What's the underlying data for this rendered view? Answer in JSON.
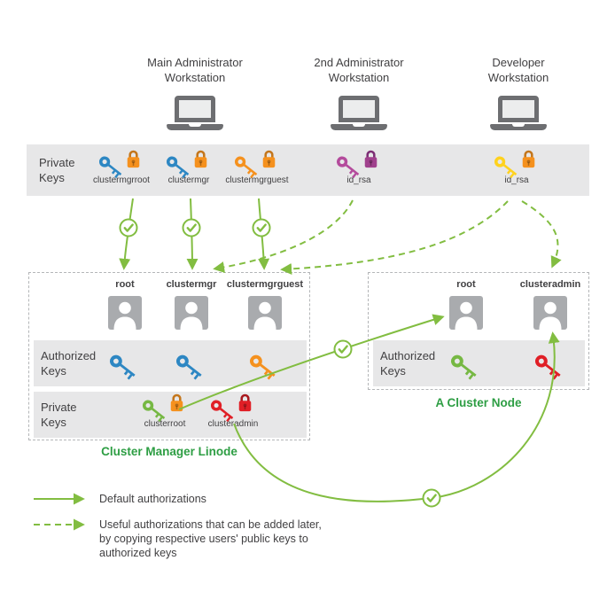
{
  "colors": {
    "arrow_green": "#82bd41",
    "title_green": "#2e9e44",
    "band_gray": "#e7e7e8",
    "text": "#414042",
    "laptop_gray": "#6d6e71",
    "user_icon_gray": "#a9abae"
  },
  "workstations": [
    {
      "label": "Main Administrator\nWorkstation"
    },
    {
      "label": "2nd Administrator\nWorkstation"
    },
    {
      "label": "Developer\nWorkstation"
    }
  ],
  "top_band": {
    "label": "Private\nKeys",
    "keys": [
      {
        "name": "clustermgrroot",
        "key": "#2d87c3",
        "lock_body": "#f5911e",
        "lock_shackle": "#c4761b"
      },
      {
        "name": "clustermgr",
        "key": "#2d87c3",
        "lock_body": "#f5911e",
        "lock_shackle": "#c4761b"
      },
      {
        "name": "clustermgrguest",
        "key": "#f5911e",
        "lock_body": "#f5911e",
        "lock_shackle": "#c4761b"
      },
      {
        "name": "id_rsa",
        "key": "#b44b9c",
        "lock_body": "#a0418d",
        "lock_shackle": "#7c2d74"
      },
      {
        "name": "id_rsa",
        "key": "#ffd21e",
        "lock_body": "#f5911e",
        "lock_shackle": "#c4761b"
      }
    ]
  },
  "cluster_manager": {
    "title": "Cluster Manager Linode",
    "users": [
      {
        "name": "root"
      },
      {
        "name": "clustermgr"
      },
      {
        "name": "clustermgrguest"
      }
    ],
    "authorized_band": {
      "label": "Authorized\nKeys",
      "key_colors": [
        "#2d87c3",
        "#2d87c3",
        "#f5911e"
      ]
    },
    "private_band": {
      "label": "Private\nKeys",
      "keys": [
        {
          "name": "clusterroot",
          "key": "#76b843",
          "lock_body": "#f5911e",
          "lock_shackle": "#c4761b"
        },
        {
          "name": "clusteradmin",
          "key": "#e01f26",
          "lock_body": "#e01f26",
          "lock_shackle": "#a8181d"
        }
      ]
    }
  },
  "cluster_node": {
    "title": "A Cluster Node",
    "users": [
      {
        "name": "root"
      },
      {
        "name": "clusteradmin"
      }
    ],
    "authorized_band": {
      "label": "Authorized\nKeys",
      "key_colors": [
        "#76b843",
        "#e01f26"
      ]
    }
  },
  "legend": {
    "solid_label": "Default authorizations",
    "dashed_label": "Useful authorizations that can be added later,\nby copying respective users' public keys to\nauthorized keys"
  }
}
